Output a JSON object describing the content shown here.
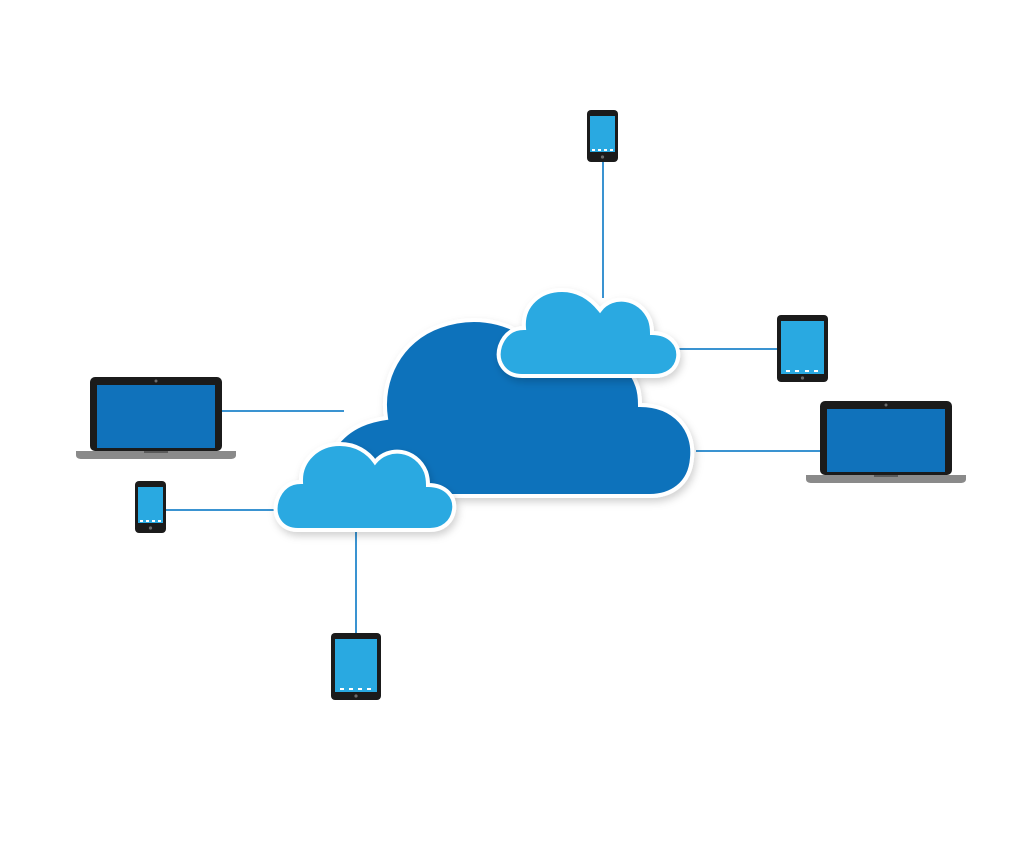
{
  "diagram": {
    "kind": "cloud-network",
    "colors": {
      "background": "#ffffff",
      "main_cloud": "#1072bb",
      "small_cloud": "#29a9e1",
      "cloud_outline": "#ffffff",
      "connector": "#3a93d1",
      "device_frame": "#1b1b1b",
      "device_screen_phone": "#29a9e1",
      "laptop_screen": "#1072bb",
      "laptop_base": "#8a8a8a"
    },
    "clouds": [
      {
        "id": "main-cloud",
        "role": "main"
      },
      {
        "id": "small-cloud-top-right",
        "role": "secondary"
      },
      {
        "id": "small-cloud-bottom-left",
        "role": "secondary"
      }
    ],
    "devices": [
      {
        "id": "phone-top",
        "type": "phone",
        "icon": "smartphone-icon"
      },
      {
        "id": "tablet-right",
        "type": "tablet",
        "icon": "tablet-icon"
      },
      {
        "id": "laptop-right",
        "type": "laptop",
        "icon": "laptop-icon"
      },
      {
        "id": "laptop-left",
        "type": "laptop",
        "icon": "laptop-icon"
      },
      {
        "id": "phone-left",
        "type": "phone",
        "icon": "smartphone-icon"
      },
      {
        "id": "tablet-bottom",
        "type": "tablet",
        "icon": "tablet-icon"
      }
    ],
    "connections": [
      {
        "from": "small-cloud-top-right",
        "to": "phone-top"
      },
      {
        "from": "small-cloud-top-right",
        "to": "tablet-right"
      },
      {
        "from": "main-cloud",
        "to": "laptop-right"
      },
      {
        "from": "main-cloud",
        "to": "laptop-left"
      },
      {
        "from": "small-cloud-bottom-left",
        "to": "phone-left"
      },
      {
        "from": "small-cloud-bottom-left",
        "to": "tablet-bottom"
      }
    ]
  }
}
